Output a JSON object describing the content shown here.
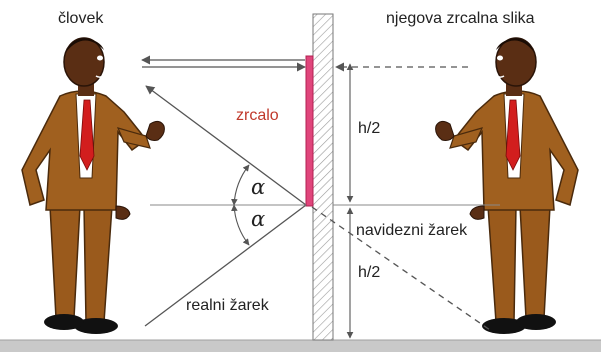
{
  "labels": {
    "person": "človek",
    "reflection": "njegova zrcalna slika",
    "mirror": "zrcalo",
    "half_height_top": "h/2",
    "half_height_bottom": "h/2",
    "virtual_ray": "navidezni žarek",
    "real_ray": "realni žarek",
    "angle_top": "α",
    "angle_bottom": "α"
  },
  "colors": {
    "mirror": "#e0457b",
    "mirror_label": "#c0392b",
    "suit": "#9a5a1c",
    "tie": "#d21e1e",
    "skin": "#5a2e14",
    "floor": "#c9c9c9",
    "line": "#555555"
  },
  "icons": {
    "person": "man-in-suit-figure",
    "reflection": "mirrored-man-in-suit-figure"
  }
}
